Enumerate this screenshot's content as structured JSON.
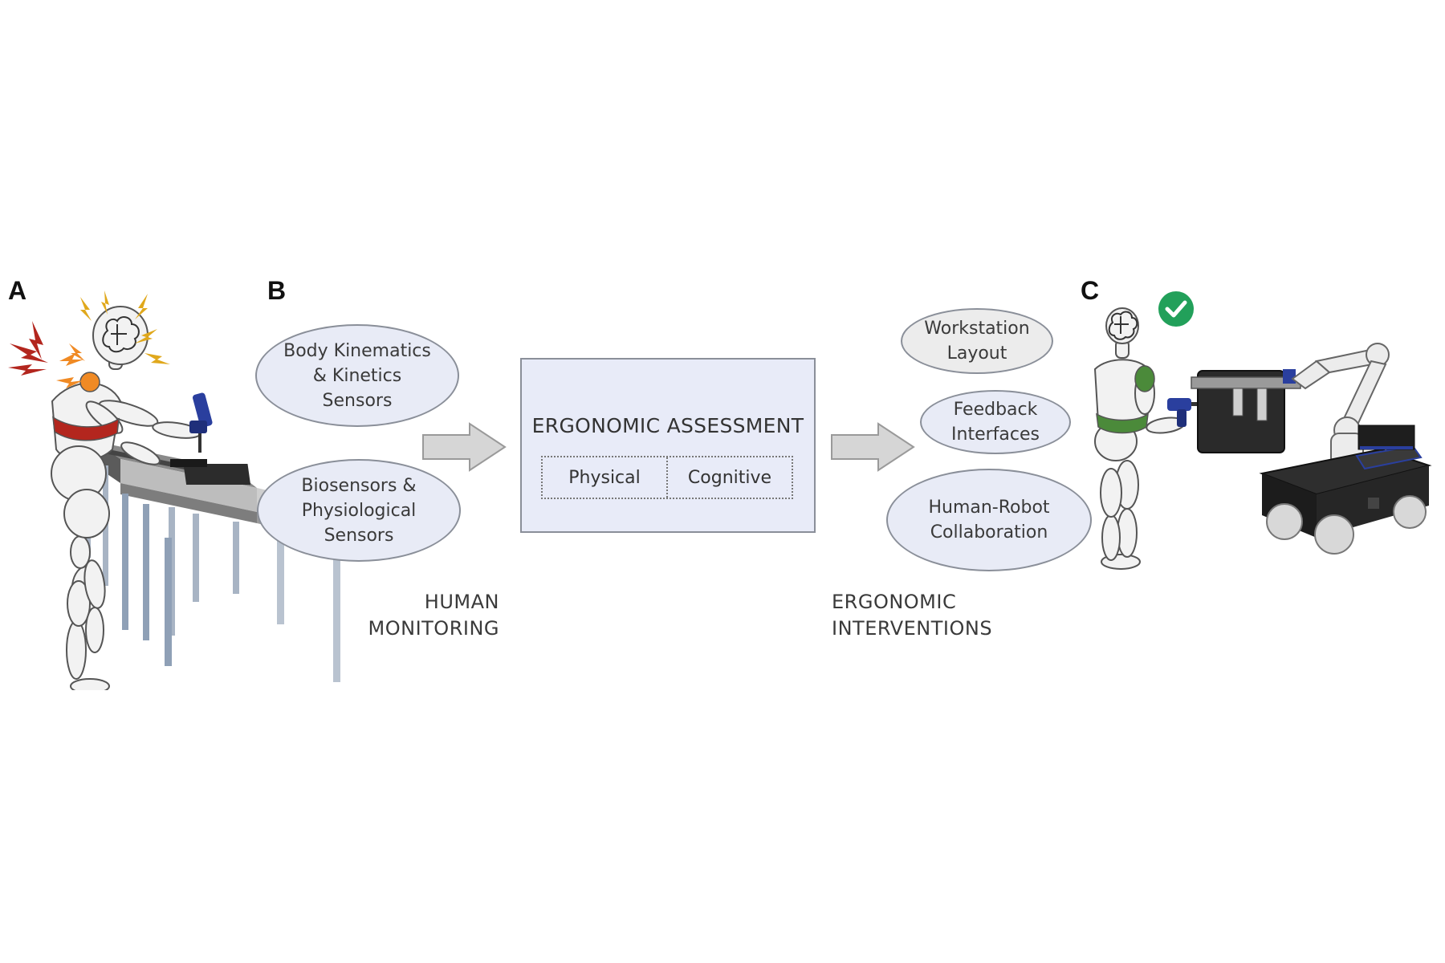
{
  "panels": {
    "a": "A",
    "b": "B",
    "c": "C"
  },
  "monitoring": {
    "kinematics": "Body Kinematics\n& Kinetics\nSensors",
    "biosensors": "Biosensors &\nPhysiological\nSensors",
    "label_line1": "HUMAN",
    "label_line2": "MONITORING"
  },
  "assessment": {
    "title": "ERGONOMIC ASSESSMENT",
    "physical": "Physical",
    "cognitive": "Cognitive"
  },
  "interventions": {
    "workstation": "Workstation\nLayout",
    "feedback": "Feedback\nInterfaces",
    "hrc": "Human-Robot\nCollaboration",
    "label_line1": "ERGONOMIC",
    "label_line2": "INTERVENTIONS"
  },
  "colors": {
    "ellipse_fill": "#e8ebf6",
    "workstation_fill": "#ececec",
    "assessment_fill": "#e8ebf8",
    "arrow_fill": "#d6d6d6",
    "strain_red": "#b3261e",
    "strain_orange": "#f08a24",
    "alert_yellow": "#e0a81c",
    "good_green": "#22a05a"
  },
  "icons": {
    "brain": "brain-icon",
    "check": "check-circle-icon",
    "strain": "lightning-bolt-icon"
  }
}
